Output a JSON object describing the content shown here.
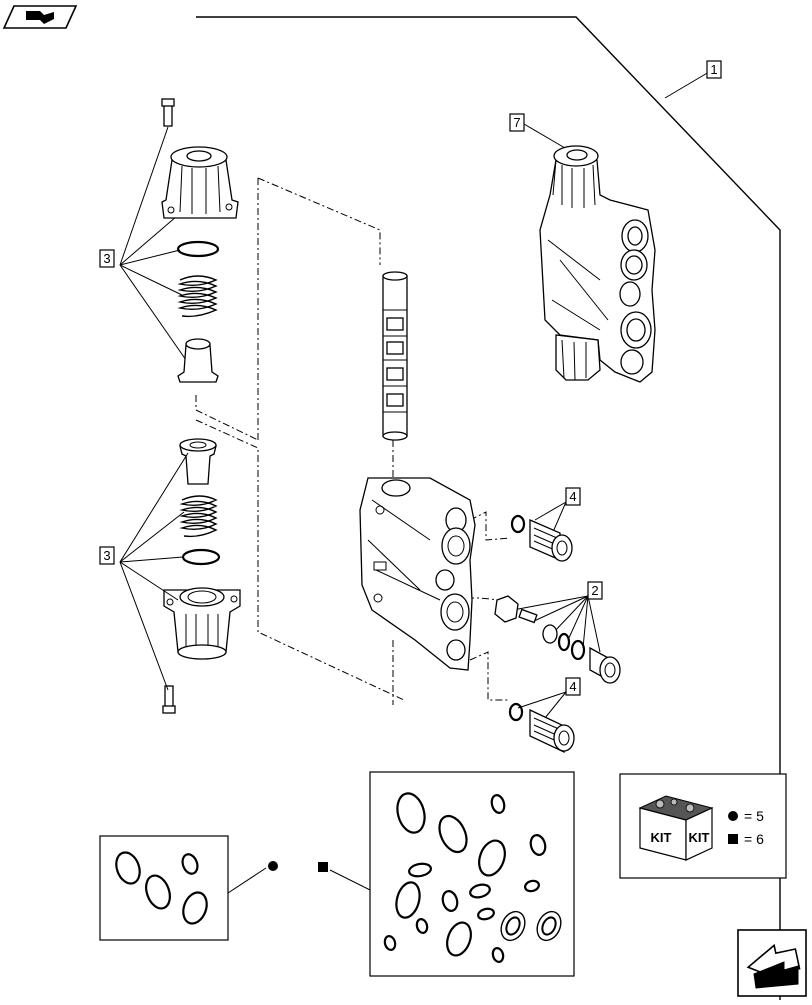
{
  "callouts": {
    "c1": "1",
    "c7": "7",
    "c3_top": "3",
    "c3_bottom": "3",
    "c4_top": "4",
    "c2": "2",
    "c4_bottom": "4"
  },
  "kit_legend": {
    "kit_word_left": "KIT",
    "kit_word_right": "KIT",
    "circle_value": "= 5",
    "square_value": "= 6"
  },
  "icons": {
    "top_left": "book-arrow-icon",
    "bottom_right": "next-page-arrow-icon"
  },
  "colors": {
    "ink": "#000000",
    "background": "#ffffff"
  }
}
